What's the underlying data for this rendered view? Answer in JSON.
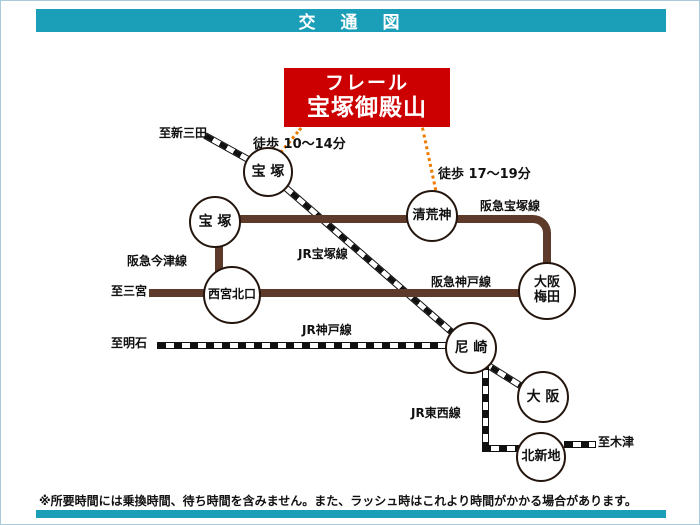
{
  "page": {
    "title": "交　通　図",
    "footer_note": "※所要時間には乗換時間、待ち時間を含みません。また、ラッシュ時はこれより時間がかかる場合があります。"
  },
  "property_box": {
    "line1": "フレール",
    "line2": "宝塚御殿山"
  },
  "walk": {
    "to_takarazuka": "徒歩 10〜14分",
    "to_kiyoshikojin": "徒歩 17〜19分"
  },
  "stations": {
    "takarazuka_jr": "宝 塚",
    "takarazuka_hankyu": "宝 塚",
    "kiyoshikojin": "清荒神",
    "nishinomiya_kitaguchi": "西宮北口",
    "osaka_umeda_line1": "大阪",
    "osaka_umeda_line2": "梅田",
    "amagasaki": "尼 崎",
    "osaka": "大 阪",
    "kitashinchi": "北新地"
  },
  "lines": {
    "hankyu_takarazuka": "阪急宝塚線",
    "jr_takarazuka": "JR宝塚線",
    "hankyu_imazu": "阪急今津線",
    "hankyu_kobe": "阪急神戸線",
    "jr_kobe": "JR神戸線",
    "jr_tozai": "JR東西線"
  },
  "directions": {
    "shin_sanda": "至新三田",
    "sannomiya": "至三宮",
    "akashi": "至明石",
    "kizu": "至木津"
  },
  "colors": {
    "accent_blue": "#1b9eb8",
    "highlight_red": "#cc0000",
    "hankyu_brown": "#5e3a2a",
    "walk_dot_orange": "#ef7a00",
    "jr_black": "#111111"
  }
}
